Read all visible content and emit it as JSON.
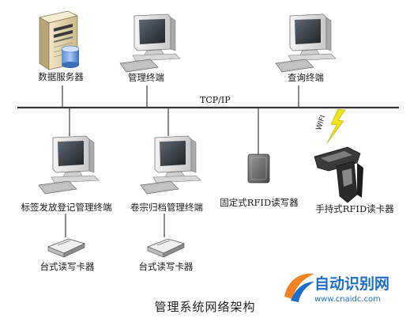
{
  "network": {
    "bus_label": "TCP/IP",
    "wifi_label": "WIFI"
  },
  "nodes": {
    "data_server": "数据服务器",
    "management_terminal": "管理终端",
    "query_terminal": "查询终端",
    "tag_issue_terminal": "标签发放登记管理终端",
    "archive_terminal": "卷宗归档管理终端",
    "fixed_rfid_reader": "固定式RFID读写器",
    "handheld_rfid_reader": "手持式RFID读卡器",
    "desktop_reader_1": "台式读写卡器",
    "desktop_reader_2": "台式读写卡器"
  },
  "caption": "管理系统网络架构",
  "watermark": {
    "name": "自动识别网",
    "url": "www.cnaidc.com"
  }
}
